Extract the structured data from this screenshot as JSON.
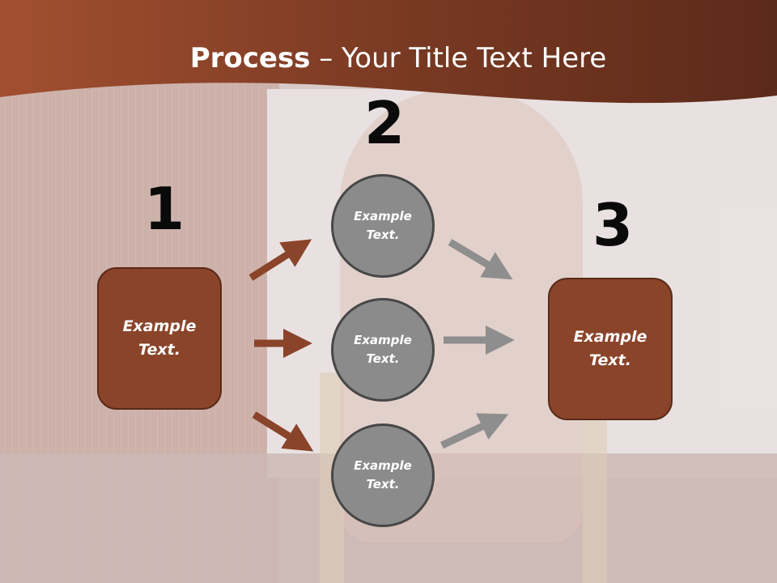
{
  "title": {
    "bold": "Process",
    "rest": " – Your Title Text Here"
  },
  "steps": {
    "one": "1",
    "two": "2",
    "three": "3"
  },
  "left_box": {
    "text": "Example Text."
  },
  "right_box": {
    "text": "Example Text."
  },
  "circles": [
    {
      "text": "Example Text."
    },
    {
      "text": "Example Text."
    },
    {
      "text": "Example Text."
    }
  ],
  "colors": {
    "brand_brown": "#8a442a",
    "circle_gray": "#8b8b8b",
    "arrow_brown": "#8a442a",
    "arrow_gray": "#8e8e8e"
  }
}
